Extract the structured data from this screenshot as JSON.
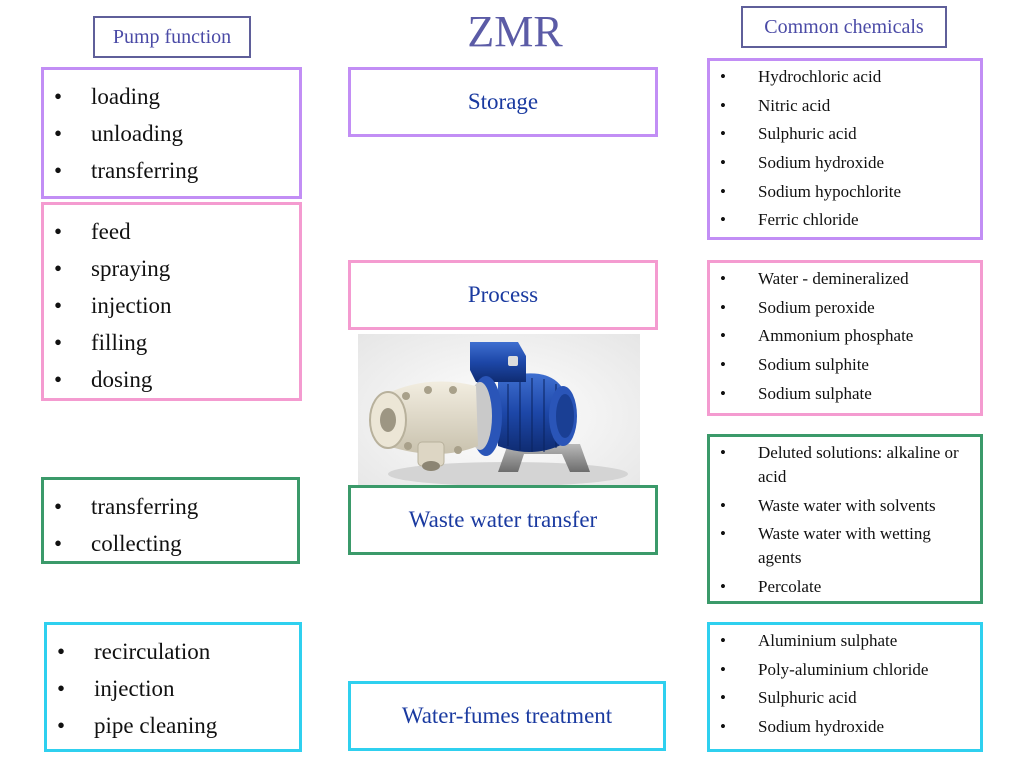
{
  "title": "ZMR",
  "headers": {
    "pump_function": "Pump function",
    "common_chemicals": "Common chemicals"
  },
  "bullet": "•",
  "categories": [
    {
      "name": "Storage",
      "functions": [
        "loading",
        "unloading",
        "transferring"
      ],
      "chemicals": [
        "Hydrochloric acid",
        "Nitric acid",
        "Sulphuric acid",
        "Sodium hydroxide",
        "Sodium hypochlorite",
        "Ferric chloride"
      ]
    },
    {
      "name": "Process",
      "functions": [
        "feed",
        "spraying",
        "injection",
        "filling",
        "dosing"
      ],
      "chemicals": [
        "Water - demineralized",
        "Sodium peroxide",
        "Ammonium phosphate",
        "Sodium sulphite",
        "Sodium sulphate"
      ]
    },
    {
      "name": "Waste water transfer",
      "functions": [
        "transferring",
        "collecting"
      ],
      "chemicals": [
        "Deluted solutions: alkaline or acid",
        "Waste water with solvents",
        "Waste water with wetting agents",
        "Percolate"
      ]
    },
    {
      "name": "Water-fumes treatment",
      "functions": [
        "recirculation",
        "injection",
        "pipe cleaning"
      ],
      "chemicals": [
        "Aluminium sulphate",
        "Poly-aluminium chloride",
        "Sulphuric acid",
        "Sodium hydroxide"
      ]
    }
  ],
  "colors": {
    "storage": "#c28ef5",
    "process": "#f49bd0",
    "waste_water": "#3b9a6a",
    "water_fumes": "#2fd0ef",
    "label_text": "#1a3aa0",
    "header_text": "#4a4aa6"
  }
}
